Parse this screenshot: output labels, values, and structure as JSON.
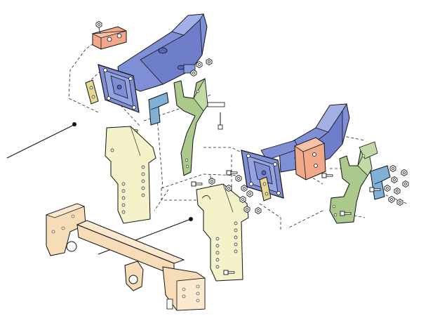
{
  "diagram": {
    "colors": {
      "frame": "#7f8fd6",
      "frame_dark": "#5565b8",
      "upper_bracket": "#aac98a",
      "side_plate": "#f4f2c8",
      "crossbar": "#f7dcb8",
      "spacer": "#f2a98a",
      "clip": "#7fb0d8",
      "shim": "#e9d690",
      "hardware": "#ffffff",
      "line": "#111111"
    },
    "parts": [
      {
        "name": "left-frame-rail",
        "icon": "frame-rail-icon"
      },
      {
        "name": "right-frame-rail",
        "icon": "frame-rail-icon"
      },
      {
        "name": "left-mount-plate",
        "icon": "mount-plate-icon"
      },
      {
        "name": "right-mount-plate",
        "icon": "mount-plate-icon"
      },
      {
        "name": "left-upper-bracket",
        "icon": "bracket-icon"
      },
      {
        "name": "right-upper-bracket",
        "icon": "bracket-icon"
      },
      {
        "name": "left-side-plate",
        "icon": "plate-icon"
      },
      {
        "name": "right-side-plate",
        "icon": "plate-icon"
      },
      {
        "name": "crossbar",
        "icon": "crossbar-icon"
      },
      {
        "name": "spacer-block",
        "icon": "spacer-icon"
      },
      {
        "name": "angle-clip",
        "icon": "clip-icon"
      },
      {
        "name": "shim-plate",
        "icon": "shim-icon"
      },
      {
        "name": "bolts-and-nuts",
        "icon": "hardware-icon"
      }
    ]
  }
}
